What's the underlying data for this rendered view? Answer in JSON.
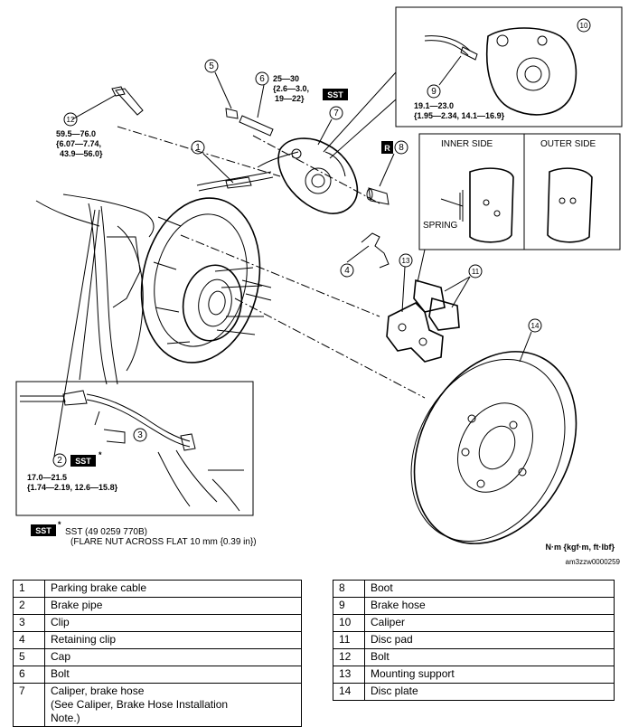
{
  "callouts": {
    "c1": "1",
    "c2": "2",
    "c3": "3",
    "c4": "4",
    "c5": "5",
    "c6": "6",
    "c7": "7",
    "c8": "8",
    "c9": "9",
    "c10": "10",
    "c11": "11",
    "c12": "12",
    "c13": "13",
    "c14": "14"
  },
  "torque": {
    "bolt6": [
      "25—30",
      "{2.6—3.0,",
      "19—22}"
    ],
    "bolt12": [
      "59.5—76.0",
      "{6.07—7.74,",
      "43.9—56.0}"
    ],
    "hose9": [
      "19.1—23.0",
      "{1.95—2.34, 14.1—16.9}"
    ],
    "pipe2": [
      "17.0—21.5",
      "{1.74—2.19, 12.6—15.8}"
    ]
  },
  "badges": {
    "sst": "SST",
    "r": "R",
    "asterisk": "*"
  },
  "pad_detail": {
    "inner": "INNER SIDE",
    "outer": "OUTER SIDE",
    "spring": "SPRING"
  },
  "legend": {
    "sst_note": [
      "SST (49 0259 770B)",
      "(FLARE NUT ACROSS FLAT 10 mm {0.39 in})"
    ],
    "units": "N·m {kgf·m, ft·lbf}",
    "figure_id": "am3zzw0000259"
  },
  "parts_left": [
    {
      "num": "1",
      "name": "Parking brake cable"
    },
    {
      "num": "2",
      "name": "Brake pipe"
    },
    {
      "num": "3",
      "name": "Clip"
    },
    {
      "num": "4",
      "name": "Retaining clip"
    },
    {
      "num": "5",
      "name": "Cap"
    },
    {
      "num": "6",
      "name": "Bolt"
    },
    {
      "num": "7",
      "name": "Caliper, brake hose\n(See          Caliper, Brake Hose Installation\nNote.)"
    }
  ],
  "parts_right": [
    {
      "num": "8",
      "name": "Boot"
    },
    {
      "num": "9",
      "name": "Brake hose"
    },
    {
      "num": "10",
      "name": "Caliper"
    },
    {
      "num": "11",
      "name": "Disc pad"
    },
    {
      "num": "12",
      "name": "Bolt"
    },
    {
      "num": "13",
      "name": "Mounting support"
    },
    {
      "num": "14",
      "name": "Disc plate"
    }
  ]
}
